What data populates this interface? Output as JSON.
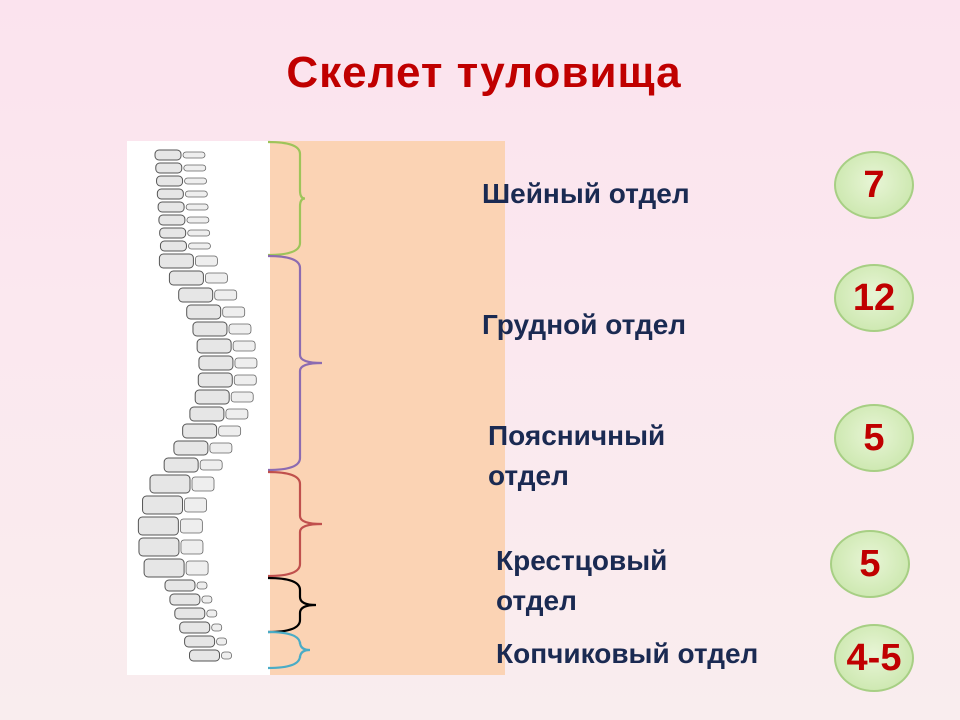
{
  "slide": {
    "title": "Скелет туловища",
    "colors": {
      "title": "#c00000",
      "labels": "#1a2a52",
      "badge_fill": "#cfe9b3",
      "badge_text": "#c00000",
      "panel": "#fbd3b4"
    }
  },
  "sections": [
    {
      "label": "Шейный отдел",
      "count": "7",
      "brace_color": "#9ec45a"
    },
    {
      "label": "Грудной отдел",
      "count": "12",
      "brace_color": "#8c6bb1"
    },
    {
      "label": "Поясничный\nотдел",
      "count": "5",
      "brace_color": "#c0504d"
    },
    {
      "label": "Крестцовый\nотдел",
      "count": "5",
      "brace_color": "#000000"
    },
    {
      "label": "Копчиковый отдел",
      "count": "4-5",
      "brace_color": "#4aacc6"
    }
  ],
  "illustration": {
    "icon": "spine-illustration"
  }
}
